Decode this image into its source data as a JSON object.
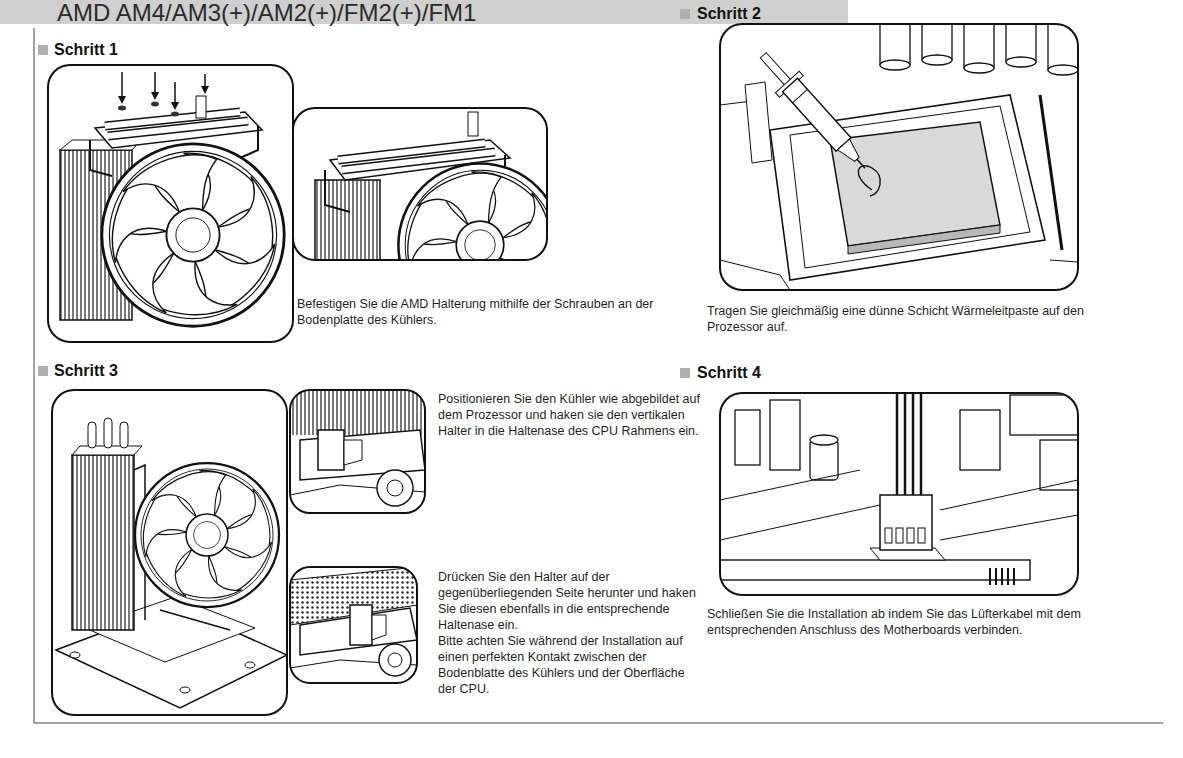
{
  "diagram": {
    "title": "AMD AM4/AM3(+)/AM2(+)/FM2(+)/FM1",
    "labels": [
      "Schritt 1",
      "Befestigen Sie die AMD Halterung mithilfe der Schrauben an der Bodenplatte des Kühlers.",
      "Schritt 2",
      "Tragen Sie gleichmäßig eine dünne Schicht Wärmeleitpaste auf den Prozessor auf.",
      "Schritt 3",
      "Positionieren Sie den Kühler wie abgebildet auf dem Prozessor und haken sie den vertikalen Halter in die Haltenase des CPU Rahmens ein.",
      "Drücken Sie den Halter auf der gegenüberliegenden Seite herunter und haken Sie diesen ebenfalls in die entsprechende Haltenase ein.",
      "Bitte achten Sie während der Installation auf einen perfekten Kontakt zwischen der Bodenblatte des Kühlers und der Oberfläche der CPU.",
      "Schritt 4",
      "Schließen Sie die Installation ab indem Sie das Lüfterkabel mit dem entsprechenden Anschluss des Motherboards verbinden."
    ]
  }
}
